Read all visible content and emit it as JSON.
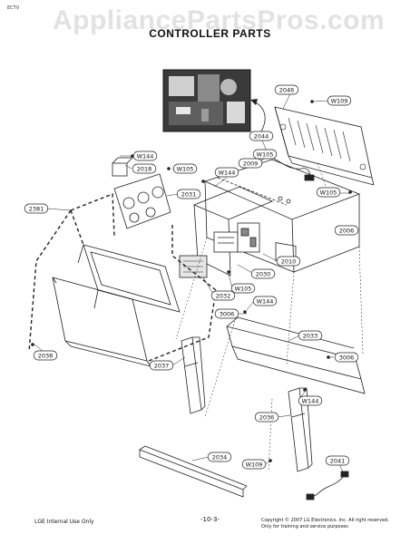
{
  "watermark": "AppliancePartsPros.com",
  "corner_mark": "ECTV",
  "title": "CONTROLLER PARTS",
  "callouts": [
    {
      "id": "c2046",
      "label": "2046"
    },
    {
      "id": "cW109a",
      "label": "W109"
    },
    {
      "id": "c2044",
      "label": "2044"
    },
    {
      "id": "cW144a",
      "label": "W144"
    },
    {
      "id": "c2018",
      "label": "2018"
    },
    {
      "id": "cW105a",
      "label": "W105"
    },
    {
      "id": "c2009",
      "label": "2009"
    },
    {
      "id": "cW105b",
      "label": "W105"
    },
    {
      "id": "cW144b",
      "label": "W144"
    },
    {
      "id": "c2031",
      "label": "2031"
    },
    {
      "id": "cW105c",
      "label": "W105"
    },
    {
      "id": "c2381",
      "label": "2381"
    },
    {
      "id": "c2006",
      "label": "2006"
    },
    {
      "id": "c2010",
      "label": "2010"
    },
    {
      "id": "c2030",
      "label": "2030"
    },
    {
      "id": "cW105d",
      "label": "W105"
    },
    {
      "id": "c2032",
      "label": "2032"
    },
    {
      "id": "cW144c",
      "label": "W144"
    },
    {
      "id": "c3006a",
      "label": "3006"
    },
    {
      "id": "c2033",
      "label": "2033"
    },
    {
      "id": "c2038",
      "label": "2038"
    },
    {
      "id": "c2037",
      "label": "2037"
    },
    {
      "id": "c3006b",
      "label": "3006"
    },
    {
      "id": "cW144d",
      "label": "W144"
    },
    {
      "id": "c2036",
      "label": "2036"
    },
    {
      "id": "c2034",
      "label": "2034"
    },
    {
      "id": "cW109b",
      "label": "W109"
    },
    {
      "id": "c2041",
      "label": "2041"
    }
  ],
  "footer": {
    "left": "LGE Internal Use Only",
    "page": "-10-3-",
    "copyright": "Copyright © 2007 LG Electronics. Inc. All right reserved.",
    "note": "Only for training and service purposes"
  }
}
